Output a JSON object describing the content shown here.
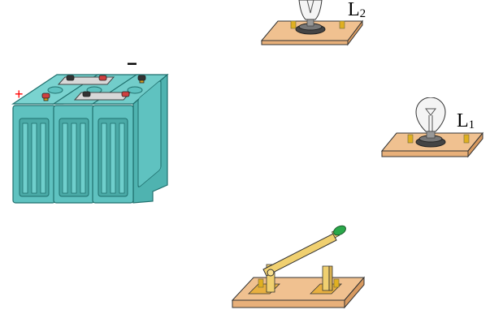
{
  "diagram": {
    "type": "circuit-components",
    "components": [
      {
        "id": "battery",
        "kind": "battery-pack",
        "cells": 3,
        "positive_sign": "+",
        "negative_sign": "−"
      },
      {
        "id": "lamp-l2",
        "kind": "bulb-on-base",
        "label": "L",
        "label_sub": "2"
      },
      {
        "id": "lamp-l1",
        "kind": "bulb-on-base",
        "label": "L",
        "label_sub": "1"
      },
      {
        "id": "switch",
        "kind": "knife-switch",
        "state": "open"
      }
    ]
  },
  "battery": {
    "positive": "+",
    "negative": "−"
  },
  "lamp_l2": {
    "label": "L",
    "sub": "2"
  },
  "lamp_l1": {
    "label": "L",
    "sub": "1"
  },
  "colors": {
    "battery_body": "#5fc2c0",
    "battery_dark": "#2f8d8b",
    "base_wood": "#f0c190",
    "switch_brass": "#f0d070",
    "switch_handle": "#2aa84a",
    "positive_sign": "#ff0000",
    "terminal_red": "#d04040",
    "terminal_black": "#333333"
  }
}
